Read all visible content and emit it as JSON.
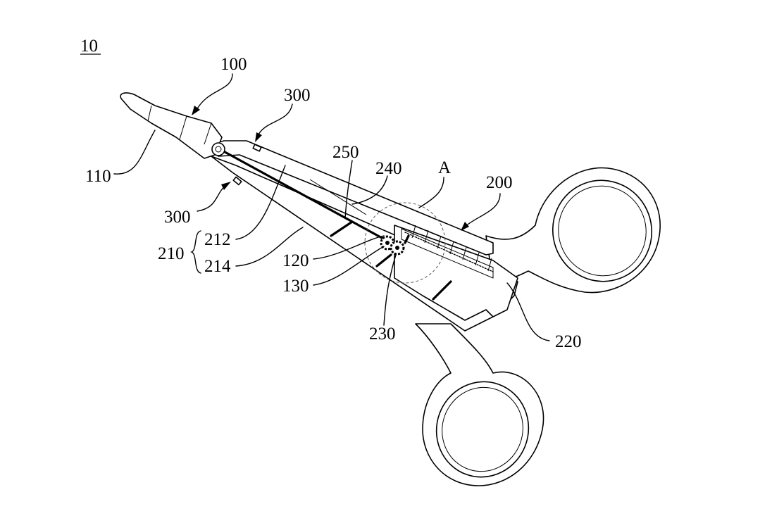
{
  "figure": {
    "number": "10",
    "labels": {
      "l100": "100",
      "l110": "110",
      "l300a": "300",
      "l300b": "300",
      "l250": "250",
      "l240": "240",
      "lA": "A",
      "l200": "200",
      "l212": "212",
      "l214": "214",
      "l210": "210",
      "l120": "120",
      "l130": "130",
      "l230": "230",
      "l220": "220"
    }
  }
}
